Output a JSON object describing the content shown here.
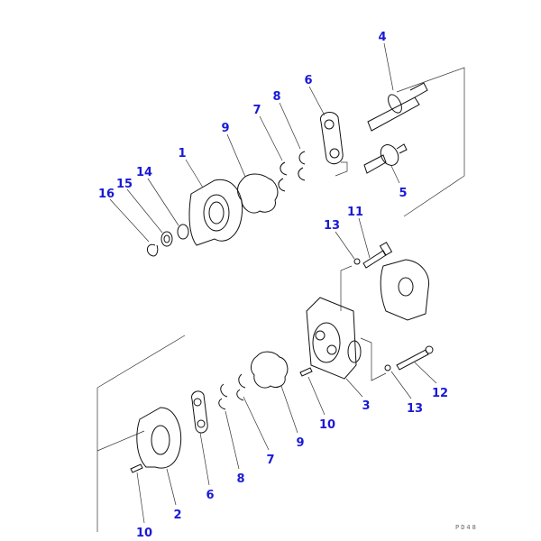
{
  "diagram": {
    "drawing_code": "PD48",
    "callouts": [
      {
        "id": "c4",
        "text": "4"
      },
      {
        "id": "c6a",
        "text": "6"
      },
      {
        "id": "c8a",
        "text": "8"
      },
      {
        "id": "c7a",
        "text": "7"
      },
      {
        "id": "c9a",
        "text": "9"
      },
      {
        "id": "c1",
        "text": "1"
      },
      {
        "id": "c14",
        "text": "14"
      },
      {
        "id": "c15",
        "text": "15"
      },
      {
        "id": "c16",
        "text": "16"
      },
      {
        "id": "c5",
        "text": "5"
      },
      {
        "id": "c11",
        "text": "11"
      },
      {
        "id": "c13a",
        "text": "13"
      },
      {
        "id": "c3",
        "text": "3"
      },
      {
        "id": "c12",
        "text": "12"
      },
      {
        "id": "c13b",
        "text": "13"
      },
      {
        "id": "c10a",
        "text": "10"
      },
      {
        "id": "c9b",
        "text": "9"
      },
      {
        "id": "c7b",
        "text": "7"
      },
      {
        "id": "c8b",
        "text": "8"
      },
      {
        "id": "c6b",
        "text": "6"
      },
      {
        "id": "c2",
        "text": "2"
      },
      {
        "id": "c10b",
        "text": "10"
      }
    ],
    "label_color": "#1a1ad6"
  }
}
